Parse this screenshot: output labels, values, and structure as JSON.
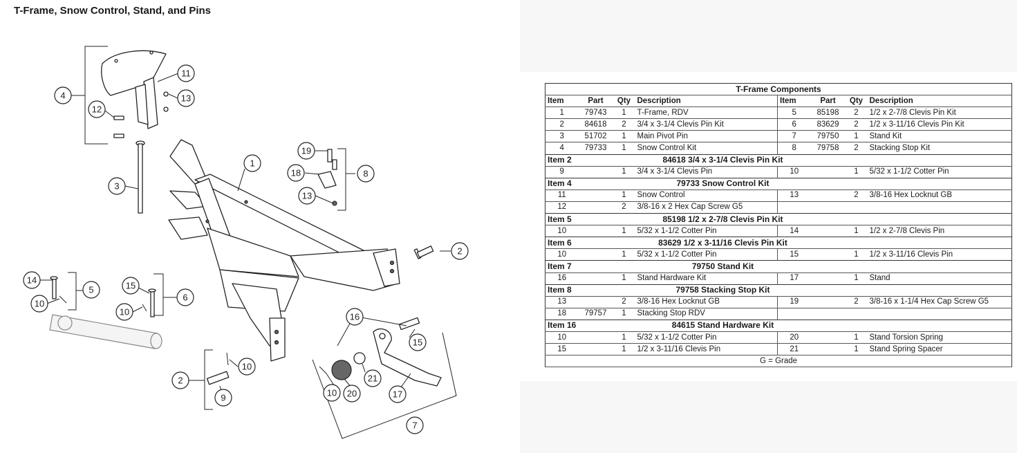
{
  "title": "T-Frame, Snow Control, Stand, and Pins",
  "callouts": [
    "4",
    "11",
    "13",
    "12",
    "3",
    "1",
    "19",
    "18",
    "8",
    "13",
    "2",
    "14",
    "5",
    "10",
    "15",
    "6",
    "10",
    "16",
    "15",
    "10",
    "9",
    "2",
    "21",
    "10",
    "20",
    "17",
    "7"
  ],
  "table": {
    "caption": "T-Frame Components",
    "headers": [
      "Item",
      "Part",
      "Qty",
      "Description",
      "Item",
      "Part",
      "Qty",
      "Description"
    ],
    "main_rows": [
      [
        "1",
        "79743",
        "1",
        "T-Frame, RDV",
        "5",
        "85198",
        "2",
        "1/2 x 2-7/8 Clevis Pin Kit"
      ],
      [
        "2",
        "84618",
        "2",
        "3/4 x 3-1/4 Clevis Pin Kit",
        "6",
        "83629",
        "2",
        "1/2 x 3-11/16 Clevis Pin Kit"
      ],
      [
        "3",
        "51702",
        "1",
        "Main Pivot Pin",
        "7",
        "79750",
        "1",
        "Stand Kit"
      ],
      [
        "4",
        "79733",
        "1",
        "Snow Control Kit",
        "8",
        "79758",
        "2",
        "Stacking Stop Kit"
      ]
    ],
    "sections": [
      {
        "item": "Item 2",
        "title": "84618  3/4 x 3-1/4 Clevis Pin Kit",
        "rows": [
          [
            "9",
            "",
            "1",
            "3/4 x 3-1/4 Clevis Pin",
            "10",
            "",
            "1",
            "5/32 x 1-1/2 Cotter Pin"
          ]
        ]
      },
      {
        "item": "Item 4",
        "title": "79733  Snow Control Kit",
        "rows": [
          [
            "11",
            "",
            "1",
            "Snow Control",
            "13",
            "",
            "2",
            "3/8-16 Hex Locknut GB"
          ],
          [
            "12",
            "",
            "2",
            "3/8-16 x 2 Hex Cap Screw G5",
            "",
            "",
            "",
            ""
          ]
        ]
      },
      {
        "item": "Item 5",
        "title": "85198  1/2 x 2-7/8 Clevis Pin Kit",
        "rows": [
          [
            "10",
            "",
            "1",
            "5/32 x 1-1/2 Cotter Pin",
            "14",
            "",
            "1",
            "1/2 x 2-7/8 Clevis Pin"
          ]
        ]
      },
      {
        "item": "Item 6",
        "title": "83629  1/2 x 3-11/16 Clevis Pin Kit",
        "rows": [
          [
            "10",
            "",
            "1",
            "5/32 x 1-1/2 Cotter Pin",
            "15",
            "",
            "1",
            "1/2 x 3-11/16 Clevis Pin"
          ]
        ]
      },
      {
        "item": "Item 7",
        "title": "79750  Stand Kit",
        "rows": [
          [
            "16",
            "",
            "1",
            "Stand Hardware Kit",
            "17",
            "",
            "1",
            "Stand"
          ]
        ]
      },
      {
        "item": "Item 8",
        "title": "79758  Stacking Stop Kit",
        "rows": [
          [
            "13",
            "",
            "2",
            "3/8-16 Hex Locknut GB",
            "19",
            "",
            "2",
            "3/8-16 x 1-1/4 Hex Cap Screw G5"
          ],
          [
            "18",
            "79757",
            "1",
            "Stacking Stop RDV",
            "",
            "",
            "",
            ""
          ]
        ]
      },
      {
        "item": "Item 16",
        "title": "84615  Stand Hardware Kit",
        "rows": [
          [
            "10",
            "",
            "1",
            "5/32 x 1-1/2 Cotter Pin",
            "20",
            "",
            "1",
            "Stand Torsion Spring"
          ],
          [
            "15",
            "",
            "1",
            "1/2 x 3-11/16 Clevis Pin",
            "21",
            "",
            "1",
            "Stand Spring Spacer"
          ]
        ]
      }
    ],
    "footnote": "G = Grade"
  }
}
